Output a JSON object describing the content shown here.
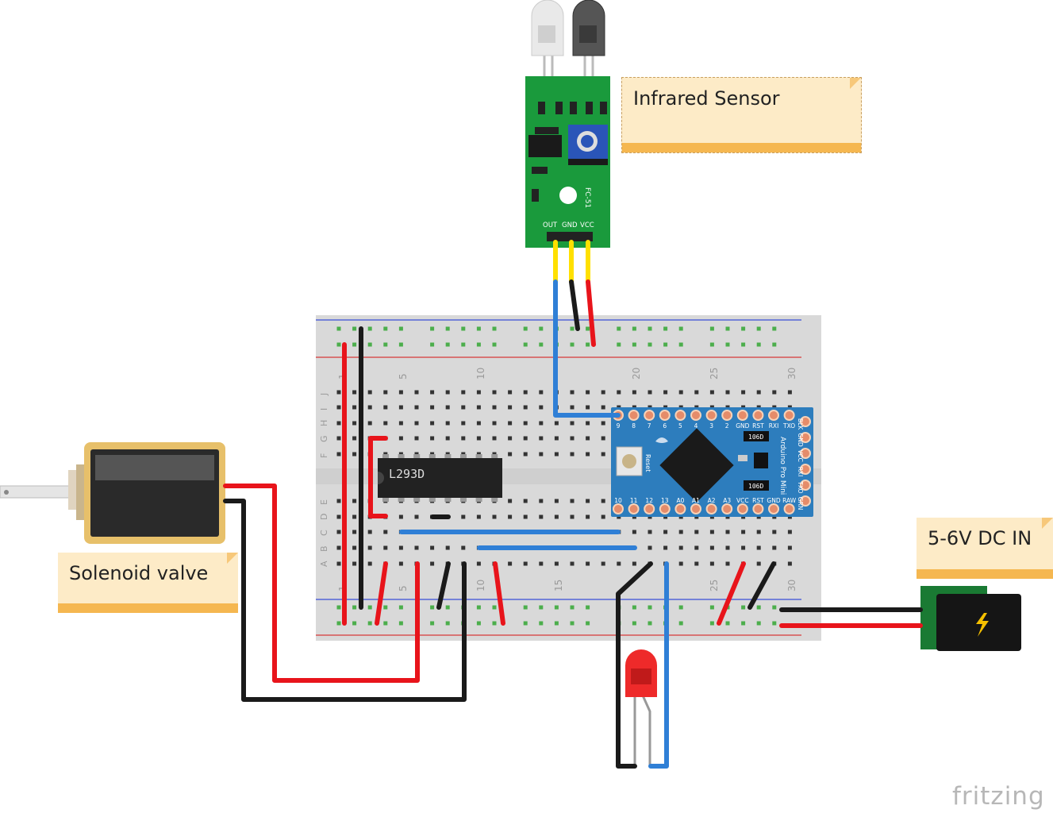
{
  "labels": {
    "infrared_sensor": "Infrared Sensor",
    "solenoid_valve": "Solenoid valve",
    "dc_in": "5-6V DC IN"
  },
  "sensor": {
    "model": "FC-51",
    "pins": [
      "OUT",
      "GND",
      "VCC"
    ]
  },
  "ic": {
    "label": "L293D"
  },
  "arduino": {
    "name": "Arduino Pro Mini",
    "top_pins": [
      "9",
      "8",
      "7",
      "6",
      "5",
      "4",
      "3",
      "2",
      "GND",
      "RST",
      "RXI",
      "TXO"
    ],
    "right_pins": [
      "BLK",
      "GND",
      "VCC",
      "RXI",
      "TXO",
      "GRN"
    ],
    "bottom_pins": [
      "10",
      "11",
      "12",
      "13",
      "A0",
      "A1",
      "A2",
      "A3",
      "VCC",
      "RST",
      "GND",
      "RAW"
    ],
    "reset_label": "Reset",
    "chip_label": "106D"
  },
  "breadboard": {
    "column_numbers": [
      "1",
      "5",
      "10",
      "15",
      "20",
      "25",
      "30"
    ],
    "row_letters_top": [
      "J",
      "I",
      "H",
      "G",
      "F"
    ],
    "row_letters_bottom": [
      "E",
      "D",
      "C",
      "B",
      "A"
    ]
  },
  "brand": "fritzing",
  "colors": {
    "wire_red": "#e8141b",
    "wire_black": "#1a1a1a",
    "wire_blue": "#2f7fd6",
    "wire_yellow": "#ffe000",
    "pcb_green": "#1a9a3c",
    "arduino_blue": "#2d7dbd",
    "note_bg": "#fdebc7",
    "note_bar": "#f5b750"
  }
}
